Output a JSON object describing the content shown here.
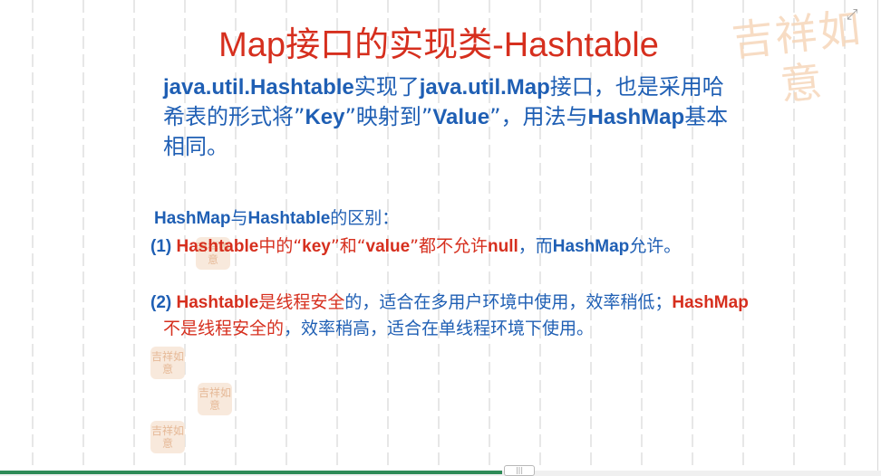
{
  "slide": {
    "title": "Map接口的实现类-Hashtable",
    "intro": [
      {
        "text": "java.util.Hashtable",
        "bold": true
      },
      {
        "text": "实现了",
        "bold": false
      },
      {
        "text": "java.util.Map",
        "bold": true
      },
      {
        "text": "接口，也是采用哈希表的形式将”",
        "bold": false
      },
      {
        "text": "Key",
        "bold": true
      },
      {
        "text": "”映射到”",
        "bold": false
      },
      {
        "text": "Value",
        "bold": true
      },
      {
        "text": "”，用法与",
        "bold": false
      },
      {
        "text": "HashMap",
        "bold": true
      },
      {
        "text": "基本相同。",
        "bold": false
      }
    ],
    "diff_title": [
      {
        "text": "HashMap",
        "bold": true
      },
      {
        "text": "与",
        "bold": false
      },
      {
        "text": "Hashtable",
        "bold": true
      },
      {
        "text": "的区别：",
        "bold": false
      }
    ],
    "items": [
      {
        "segments": [
          {
            "text": "(1) ",
            "bold": true,
            "red": false
          },
          {
            "text": "Hashtable",
            "bold": true,
            "red": true
          },
          {
            "text": "中的“",
            "bold": false,
            "red": true
          },
          {
            "text": "key",
            "bold": true,
            "red": true
          },
          {
            "text": "”和“",
            "bold": false,
            "red": true
          },
          {
            "text": "value",
            "bold": true,
            "red": true
          },
          {
            "text": "”都不允许",
            "bold": false,
            "red": true
          },
          {
            "text": "null",
            "bold": true,
            "red": true
          },
          {
            "text": "，而",
            "bold": false,
            "red": false
          },
          {
            "text": "HashMap",
            "bold": true,
            "red": false
          },
          {
            "text": "允许。",
            "bold": false,
            "red": false
          }
        ]
      },
      {
        "segments": [
          {
            "text": "(2) ",
            "bold": true,
            "red": false
          },
          {
            "text": "Hashtable",
            "bold": true,
            "red": true
          },
          {
            "text": "是线程安全",
            "bold": false,
            "red": true
          },
          {
            "text": "的，适合在多用户环境中使用，效率稍低；",
            "bold": false,
            "red": false
          },
          {
            "text": "HashMap",
            "bold": true,
            "red": true
          },
          {
            "text": "不是线程安全的",
            "bold": false,
            "red": true
          },
          {
            "text": "，效率稍高，适合在单线程环境下使用。",
            "bold": false,
            "red": false
          }
        ]
      }
    ]
  },
  "seals": {
    "big_text": "吉祥如意",
    "small_text": "吉祥如意"
  },
  "controls": {
    "fullscreen_icon": "fullscreen-icon",
    "progress": 0.57
  },
  "colors": {
    "title": "#d62f1e",
    "body": "#1f5fb4",
    "accent_red": "#d62f1e",
    "progress": "#2e8b57"
  }
}
